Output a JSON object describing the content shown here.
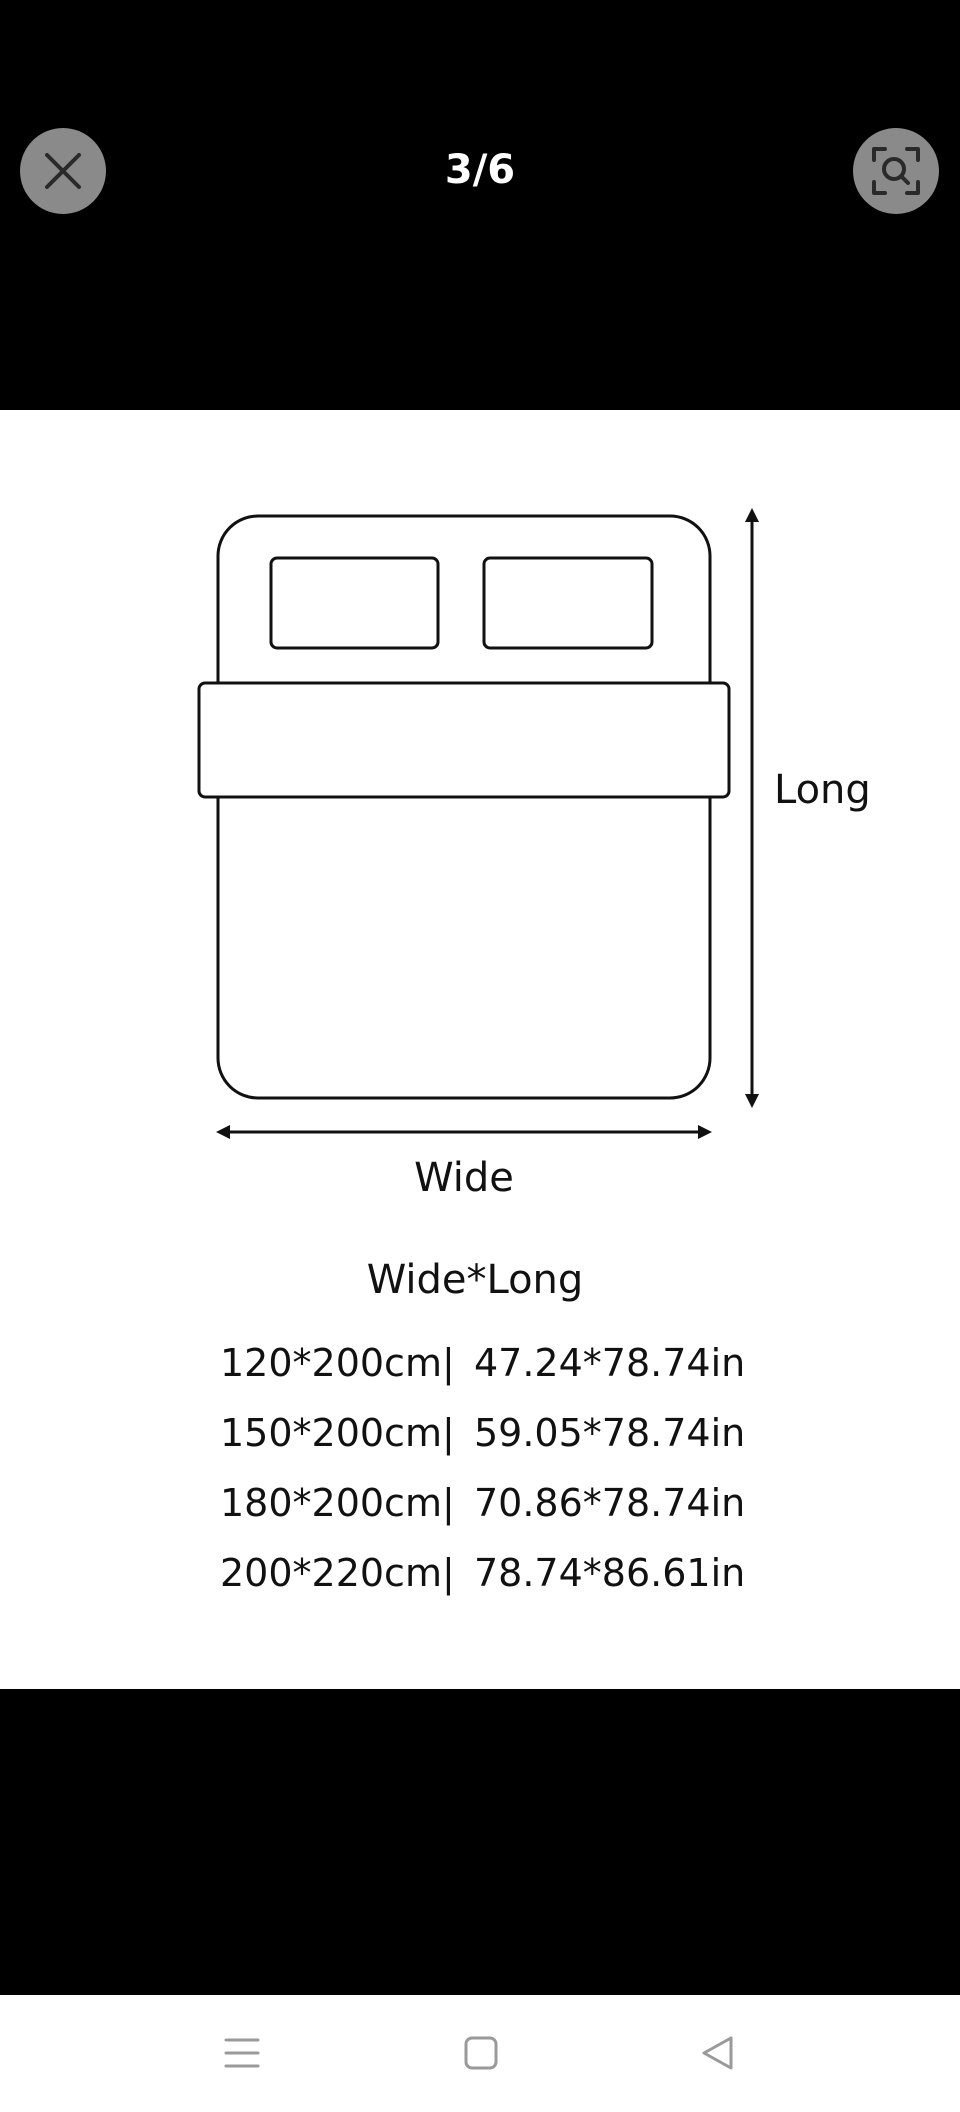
{
  "viewer": {
    "counter": "3/6",
    "close_icon": "close-x-icon",
    "zoom_icon": "search-scan-icon"
  },
  "image": {
    "long_label": "Long",
    "wide_label": "Wide",
    "heading": "Wide*Long",
    "sizes": [
      {
        "cm": "120*200cm",
        "sep": "|",
        "inch": "47.24*78.74in"
      },
      {
        "cm": "150*200cm",
        "sep": "|",
        "inch": "59.05*78.74in"
      },
      {
        "cm": "180*200cm",
        "sep": "|",
        "inch": "70.86*78.74in"
      },
      {
        "cm": "200*220cm",
        "sep": "|",
        "inch": "78.74*86.61in"
      }
    ]
  },
  "nav": {
    "menu_icon": "menu-lines-icon",
    "home_icon": "square-home-icon",
    "back_icon": "triangle-back-icon"
  },
  "colors": {
    "background": "#000000",
    "image_background": "#ffffff",
    "button_gray": "#8a8a8a",
    "nav_icon_gray": "#9a9a9a"
  }
}
